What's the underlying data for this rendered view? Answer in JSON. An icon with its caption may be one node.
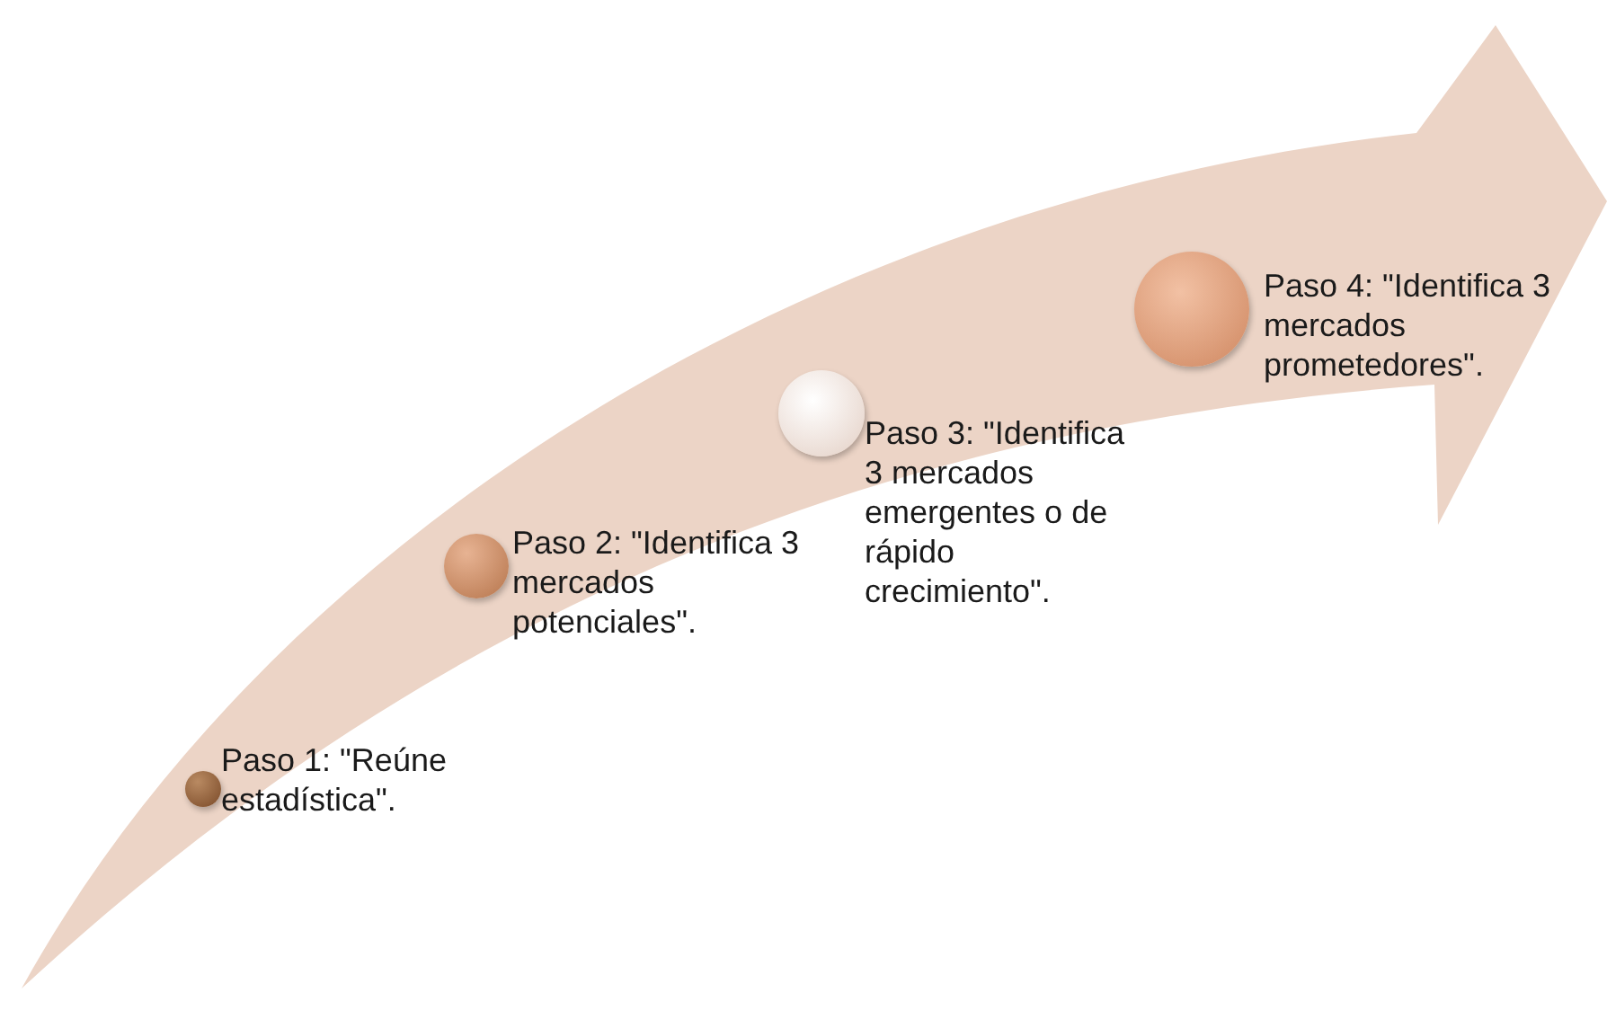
{
  "diagram": {
    "nodes": [
      {
        "text": [],
        "shape": "circle",
        "beside": [
          "Paso 1: \"Reúne estadística\"."
        ]
      },
      {
        "text": [],
        "shape": "circle",
        "beside": [
          "Paso 2: \"Identifica 3 mercados potenciales\"."
        ]
      },
      {
        "text": [],
        "shape": "circle",
        "beside": [
          "Paso 3: \"Identifica 3 mercados emergentes o de rápido crecimiento\"."
        ]
      },
      {
        "text": [],
        "shape": "circle",
        "beside": [
          "Paso 4: \"Identifica 3 mercados prometedores\"."
        ]
      }
    ]
  }
}
